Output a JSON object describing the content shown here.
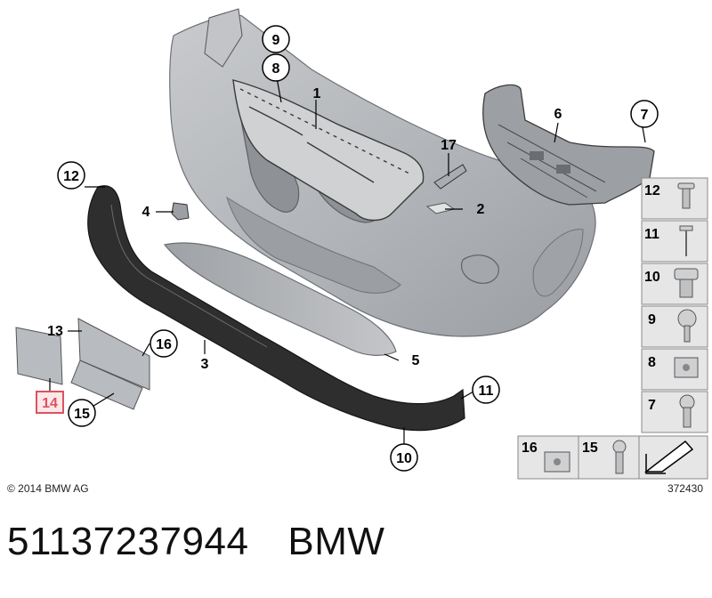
{
  "diagram": {
    "copyright": "© 2014 BMW AG",
    "image_number": "372430",
    "callouts": {
      "c1": "1",
      "c2": "2",
      "c3": "3",
      "c4": "4",
      "c5": "5",
      "c6": "6",
      "c7": "7",
      "c8": "8",
      "c9": "9",
      "c10": "10",
      "c11": "11",
      "c12": "12",
      "c13": "13",
      "c14": "14",
      "c15": "15",
      "c16": "16",
      "c17": "17"
    },
    "legend": {
      "l12": "12",
      "l11": "11",
      "l10": "10",
      "l9": "9",
      "l8": "8",
      "l7": "7",
      "l16": "16",
      "l15": "15"
    }
  },
  "caption": {
    "part_number": "51137237944",
    "brand": "BMW"
  },
  "colors": {
    "part_fill": "#b9bcc0",
    "part_dark": "#2b2b2b",
    "highlight_box": "#d9545f",
    "legend_bg": "#e3e3e3"
  }
}
